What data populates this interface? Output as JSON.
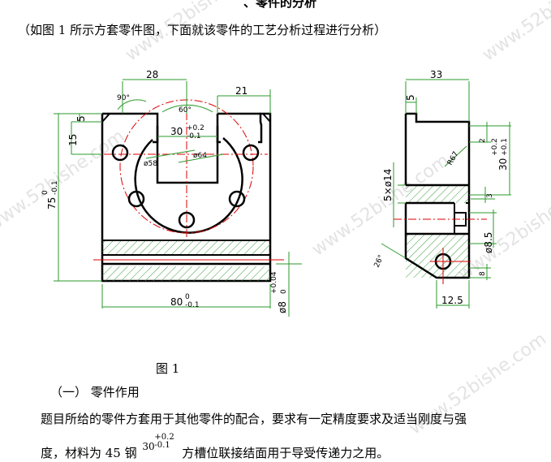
{
  "heading_fragment": "、零件的分析",
  "intro_text": "（如图 1 所示方套零件图，下面就该零件的工艺分析过程进行分析）",
  "watermark": "www.52bishe.com",
  "figure_caption": "图  1",
  "section_title": "（一）  零件作用",
  "paragraph_line1": "题目所给的零件方套用于其他零件的配合，要求有一定精度要求及适当刚度与强",
  "paragraph_line2_prefix": "度，材料为 45 钢",
  "paragraph_line2_suffix": "方槽位联接结面用于导受传递力之用。",
  "paragraph_tol": {
    "base": "30",
    "upper": "+0.2",
    "lower": "-0.1"
  },
  "drawing": {
    "front_view": {
      "dim_top_width": "28",
      "dim_top_right": "21",
      "dim_angle_left": "90°",
      "dim_angle_top": "60°",
      "dim_slot_base": "30",
      "dim_slot_upper": "+0.2",
      "dim_slot_lower": "-0.1",
      "dim_left_5": "5",
      "dim_left_15": "15",
      "dim_height_base": "75",
      "dim_height_upper": "0",
      "dim_height_lower": "-0.1",
      "dim_width_base": "80",
      "dim_width_upper": "0",
      "dim_width_lower": "-0.1",
      "dim_hole_base": "ø8",
      "dim_hole_upper": "+0.04",
      "dim_hole_lower": "0",
      "dim_circle_1": "ø58",
      "dim_circle_2": "ø64"
    },
    "side_view": {
      "dim_top_width": "33",
      "dim_left_5": "5",
      "dim_holes": "5×ø14",
      "dim_radius": "R67",
      "dim_right_2": "2",
      "dim_right_30_base": "30",
      "dim_right_30_upper": "+0.2",
      "dim_right_30_lower": "+0.1",
      "dim_right_3": "3",
      "dim_dia_85": "ø8.5",
      "dim_right_8": "8",
      "dim_angle": "26°",
      "dim_bottom": "12.5"
    }
  }
}
